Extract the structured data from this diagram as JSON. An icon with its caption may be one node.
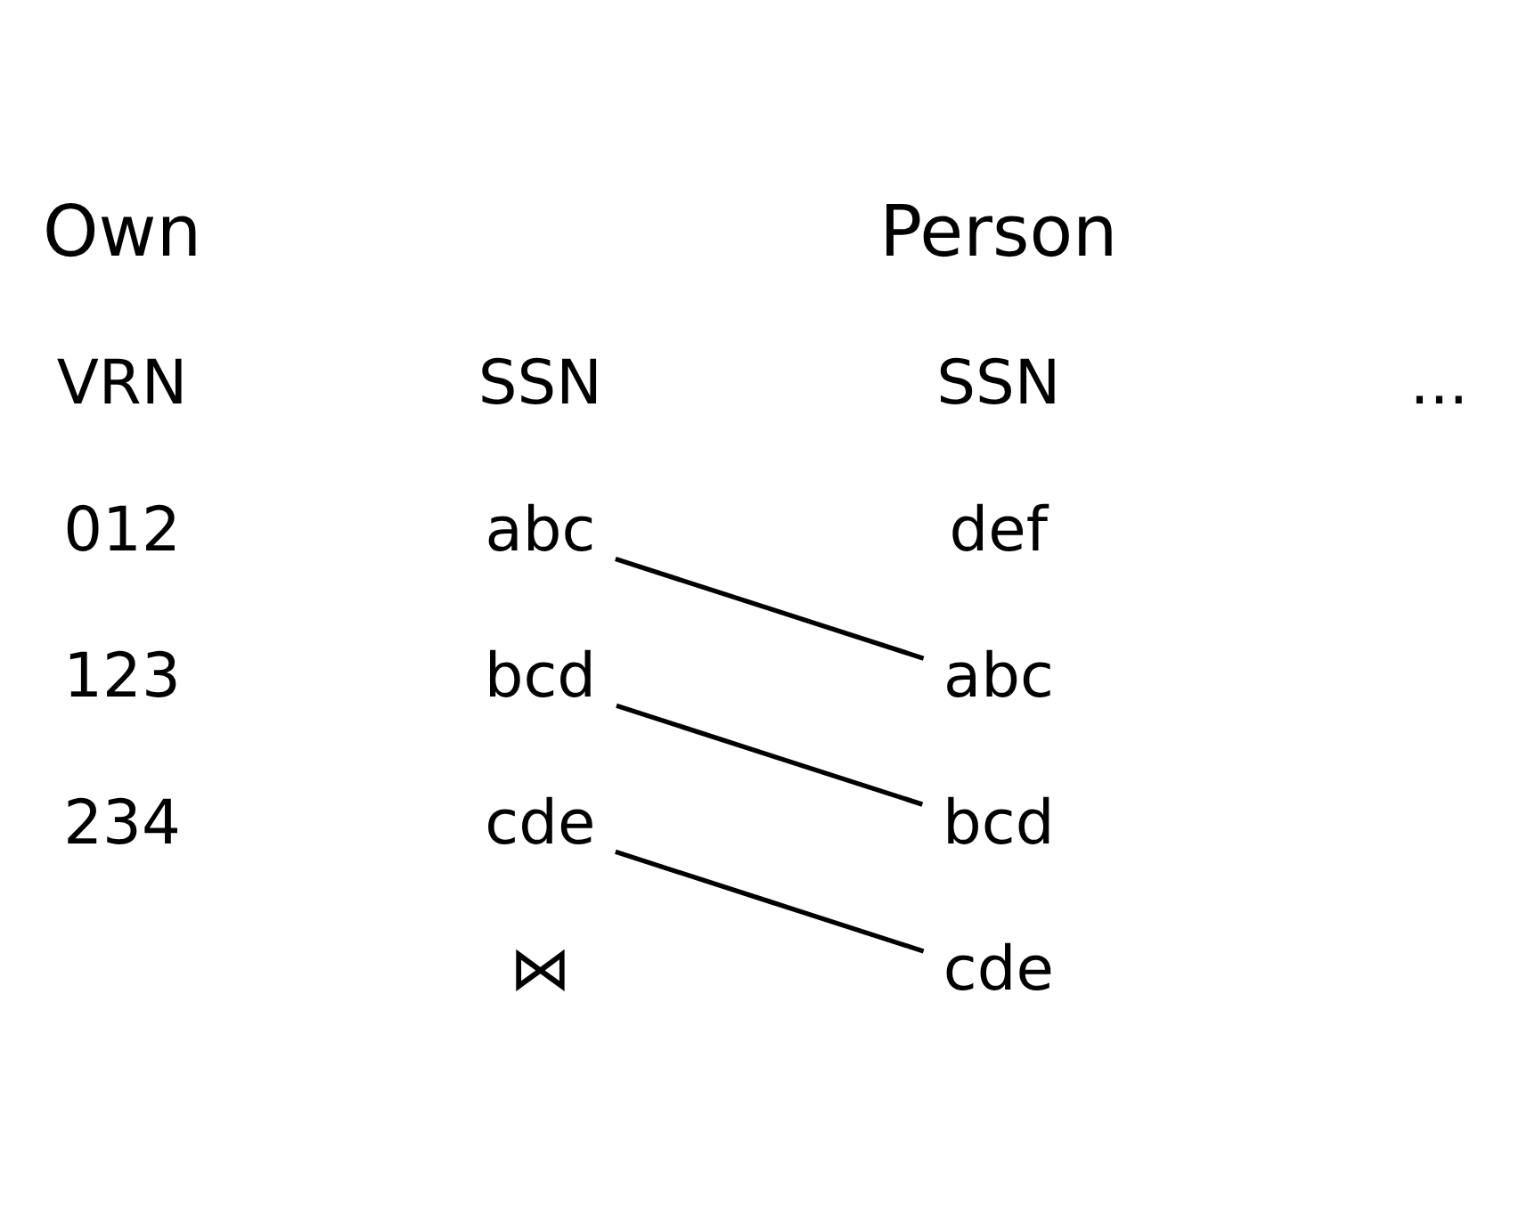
{
  "diagram": {
    "nodes": [
      {
        "text": [
          "abc"
        ]
      },
      {
        "text": [
          "bcd"
        ]
      },
      {
        "text": [
          "cde"
        ]
      },
      {
        "text": [
          "def"
        ]
      },
      {
        "text": [
          "abc"
        ]
      },
      {
        "text": [
          "bcd"
        ]
      },
      {
        "text": [
          "cde"
        ]
      }
    ],
    "edges": [
      {
        "from": 0,
        "to": 4,
        "arrow": "none"
      },
      {
        "from": 1,
        "to": 5,
        "arrow": "none"
      },
      {
        "from": 2,
        "to": 6,
        "arrow": "none"
      }
    ],
    "labels": [
      "Own",
      "Person",
      "VRN",
      "SSN",
      "SSN",
      "...",
      "012",
      "123",
      "234",
      "⋈"
    ]
  }
}
